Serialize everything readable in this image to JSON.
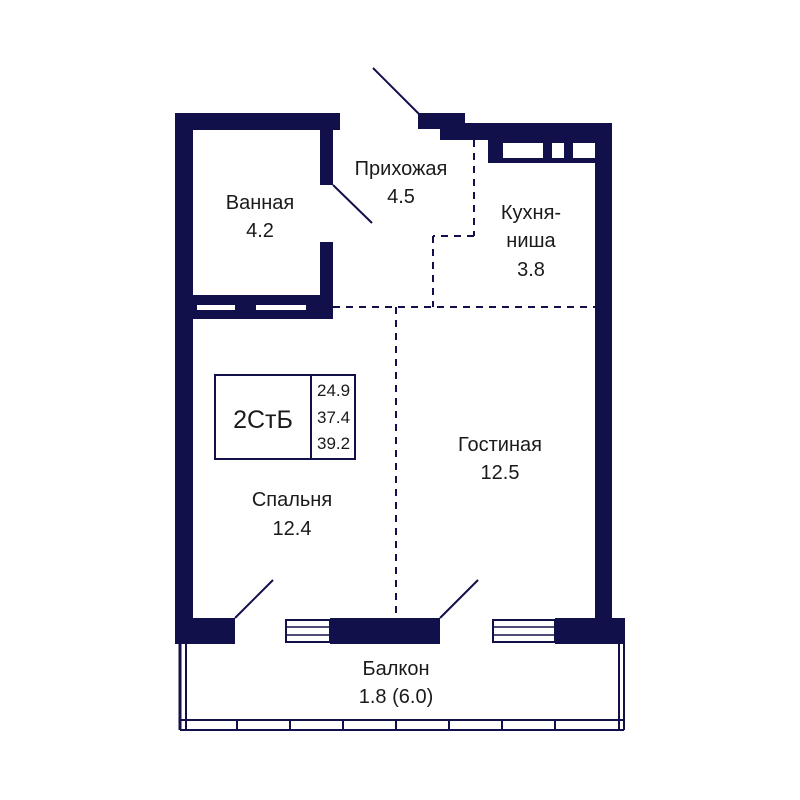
{
  "colors": {
    "wall": "#12104a",
    "background": "#ffffff",
    "text": "#1a1a1a"
  },
  "apartment": {
    "type": "2СтБ",
    "areas": [
      "24.9",
      "37.4",
      "39.2"
    ]
  },
  "rooms": {
    "bathroom": {
      "name": "Ванная",
      "area": "4.2"
    },
    "hallway": {
      "name": "Прихожая",
      "area": "4.5"
    },
    "kitchen": {
      "name_line1": "Кухня-",
      "name_line2": "ниша",
      "area": "3.8"
    },
    "living": {
      "name": "Гостиная",
      "area": "12.5"
    },
    "bedroom": {
      "name": "Спальня",
      "area": "12.4"
    },
    "balcony": {
      "name": "Балкон",
      "area": "1.8 (6.0)"
    }
  }
}
